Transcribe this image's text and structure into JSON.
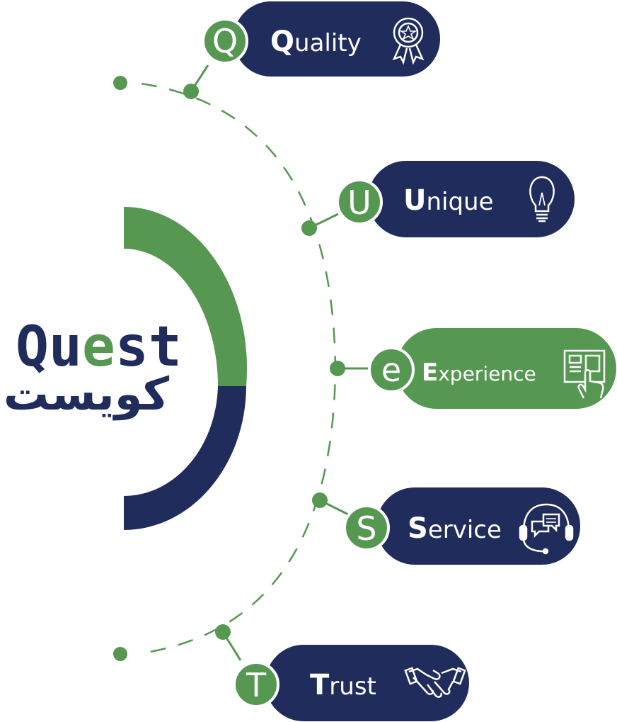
{
  "colors": {
    "navy": "#1f2c5c",
    "green": "#569752",
    "white": "#ffffff"
  },
  "logo": {
    "en_part1": "Qu",
    "en_accent": "e",
    "en_part2": "st",
    "ar": "كويست"
  },
  "items": [
    {
      "letter": "Q",
      "first": "Q",
      "rest": "uality",
      "icon": "award-medal-icon",
      "style": "navy"
    },
    {
      "letter": "U",
      "first": "U",
      "rest": "nique",
      "icon": "lightbulb-icon",
      "style": "navy"
    },
    {
      "letter": "e",
      "first": "E",
      "rest": "xperience",
      "icon": "touch-screen-icon",
      "style": "green"
    },
    {
      "letter": "S",
      "first": "S",
      "rest": "ervice",
      "icon": "headset-chat-icon",
      "style": "navy"
    },
    {
      "letter": "T",
      "first": "T",
      "rest": "rust",
      "icon": "handshake-icon",
      "style": "navy"
    }
  ]
}
